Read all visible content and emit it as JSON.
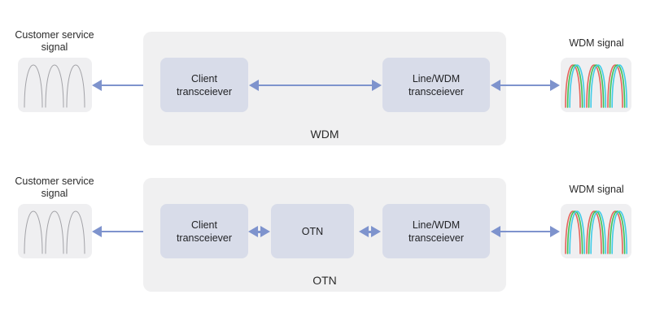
{
  "colors": {
    "text": "#2b2b2b",
    "container_bg": "#f0f0f1",
    "signal_box_bg": "#efeff1",
    "node_bg": "#d8dce9",
    "arrow": "#7e93cd",
    "wave_gray": "#a3a3a8",
    "wave_red": "#e4635a",
    "wave_green": "#3ec155",
    "wave_cyan": "#3fcbe8"
  },
  "diagram": {
    "wdm_row": {
      "input_label": "Customer service signal",
      "client_transceiver_label": "Client transceiever",
      "line_transceiver_label": "Line/WDM transceiever",
      "container_label": "WDM",
      "output_label": "WDM signal"
    },
    "otn_row": {
      "input_label": "Customer service signal",
      "client_transceiver_label": "Client transceiever",
      "otn_box_label": "OTN",
      "line_transceiver_label": "Line/WDM transceiever",
      "container_label": "OTN",
      "output_label": "WDM signal"
    }
  }
}
